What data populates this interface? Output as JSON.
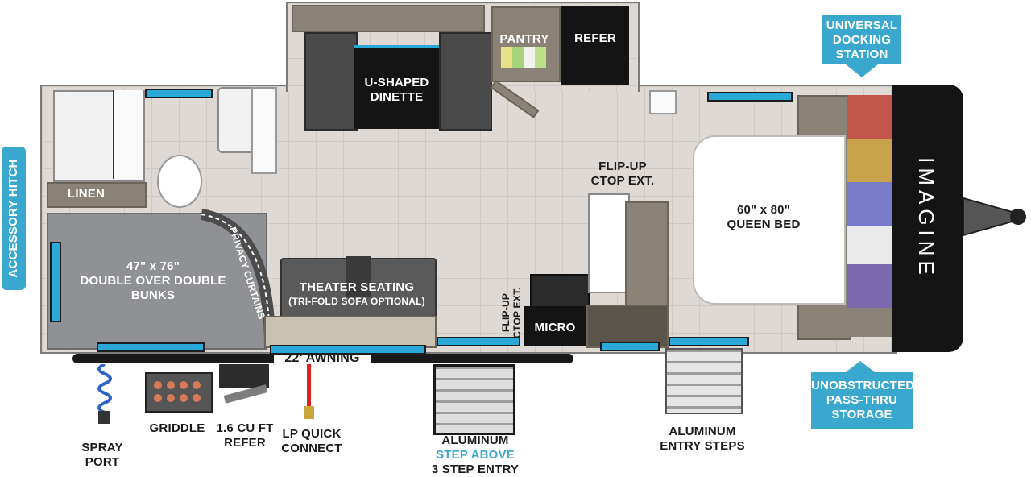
{
  "labels": {
    "pantry": "PANTRY",
    "refer": "REFER",
    "dinette": [
      "U-SHAPED",
      "DINETTE"
    ],
    "universal_docking": [
      "UNIVERSAL",
      "DOCKING",
      "STATION"
    ],
    "accessory_hitch": "ACCESSORY HITCH",
    "linen": "LINEN",
    "flip_up_top": [
      "FLIP-UP",
      "CTOP EXT."
    ],
    "flip_up_side": [
      "FLIP-UP",
      "CTOP EXT."
    ],
    "queen_bed": [
      "60\" x 80\"",
      "QUEEN BED"
    ],
    "privacy_curtains": "PRIVACY CURTAINS",
    "bunks": [
      "47\" x 76\"",
      "DOUBLE OVER DOUBLE",
      "BUNKS"
    ],
    "theater_seating": "THEATER SEATING",
    "tri_fold": "(TRI-FOLD SOFA OPTIONAL)",
    "micro": "MICRO",
    "awning": "22' AWNING",
    "unobstructed": [
      "UNOBSTRUCTED",
      "PASS-THRU",
      "STORAGE"
    ],
    "spray_port": [
      "SPRAY",
      "PORT"
    ],
    "griddle": "GRIDDLE",
    "outside_refer": [
      "1.6 CU FT",
      "REFER"
    ],
    "lp_quick": [
      "LP QUICK",
      "CONNECT"
    ],
    "aluminum_step": [
      "ALUMINUM",
      "STEP ABOVE",
      "3 STEP ENTRY"
    ],
    "aluminum_entry": [
      "ALUMINUM",
      "ENTRY STEPS"
    ]
  },
  "brand": "IMAGINE",
  "colors": {
    "accent_blue": "#3aa7cf",
    "window_blue": "#2aa8d8",
    "cabinet": "#8a8276",
    "front_cap": "#141414",
    "floor": "#ded9d4"
  }
}
